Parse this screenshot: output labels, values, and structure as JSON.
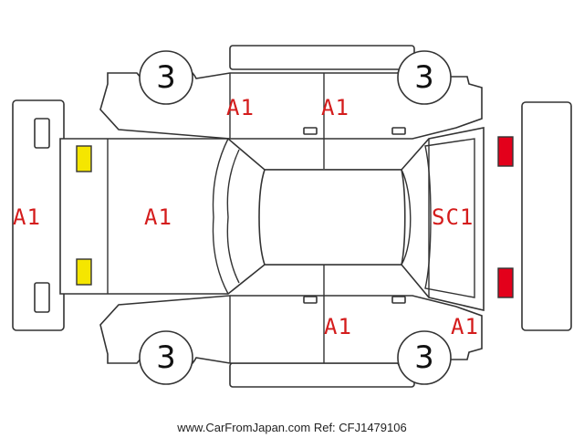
{
  "colors": {
    "code_text": "#d41c1c",
    "outline": "#333333",
    "fog_lamp": "#f5e600",
    "tail_lamp": "#e3001b"
  },
  "condition_codes": {
    "front_bumper": "A1",
    "hood": "A1",
    "left_front_door": "A1",
    "left_rear_door": "A1",
    "right_rear_door": "A1",
    "right_rear_quarter": "A1",
    "trunk_lid": "SC1"
  },
  "tires": {
    "left_front": "3",
    "left_rear": "3",
    "right_front": "3",
    "right_rear": "3"
  },
  "footer": "www.CarFromJapan.com Ref: CFJ1479106"
}
